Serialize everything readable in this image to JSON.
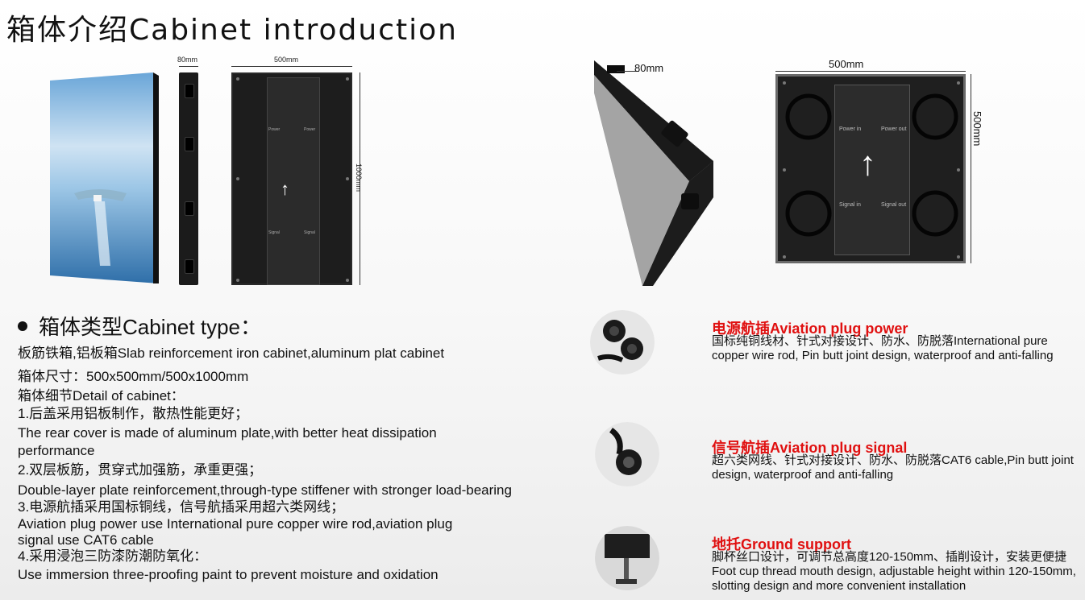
{
  "page": {
    "title": "箱体介绍Cabinet introduction"
  },
  "diagrams": {
    "side_width_label": "80mm",
    "back_width_label": "500mm",
    "back_height_label": "1000mm",
    "back_power_left": "Power",
    "back_power_right": "Power",
    "back_signal_left": "Signal",
    "back_signal_right": "Signal",
    "angled_depth_label": "80mm",
    "square_width_label": "500mm",
    "square_height_label": "500mm",
    "square_power_in": "Power in",
    "square_power_out": "Power out",
    "square_signal_in": "Signal in",
    "square_signal_out": "Signal out"
  },
  "cabinet_type": {
    "heading": "箱体类型Cabinet type：",
    "lines": [
      "板筋铁箱,铝板箱Slab reinforcement iron cabinet,aluminum plat cabinet",
      "箱体尺寸：500x500mm/500x1000mm",
      "箱体细节Detail of cabinet：",
      "1.后盖采用铝板制作，散热性能更好；",
      "The rear cover is made of aluminum plate,with better heat dissipation",
      "performance",
      "2.双层板筋，贯穿式加强筋，承重更强；",
      "Double-layer plate reinforcement,through-type stiffener with stronger load-bearing",
      "3.电源航插采用国标铜线，信号航插采用超六类网线；",
      "Aviation plug power use International pure copper wire rod,aviation plug",
      "signal use CAT6 cable",
      "4.采用浸泡三防漆防潮防氧化：",
      "Use immersion three-proofing paint to prevent moisture and oxidation"
    ]
  },
  "features": [
    {
      "title": "电源航插Aviation plug power",
      "desc": "国标纯铜线材、针式对接设计、防水、防脱落International pure copper wire rod, Pin butt joint design, waterproof and anti-falling"
    },
    {
      "title": "信号航插Aviation plug signal",
      "desc": "超六类网线、针式对接设计、防水、防脱落CAT6 cable,Pin butt joint design, waterproof and anti-falling"
    },
    {
      "title": "地托Ground support",
      "desc": "脚杯丝口设计，可调节总高度120-150mm、插削设计，安装更便捷 Foot cup thread mouth design, adjustable height within 120-150mm, slotting design and more convenient installation"
    }
  ],
  "colors": {
    "feature_title": "#e01010",
    "text": "#111111"
  }
}
